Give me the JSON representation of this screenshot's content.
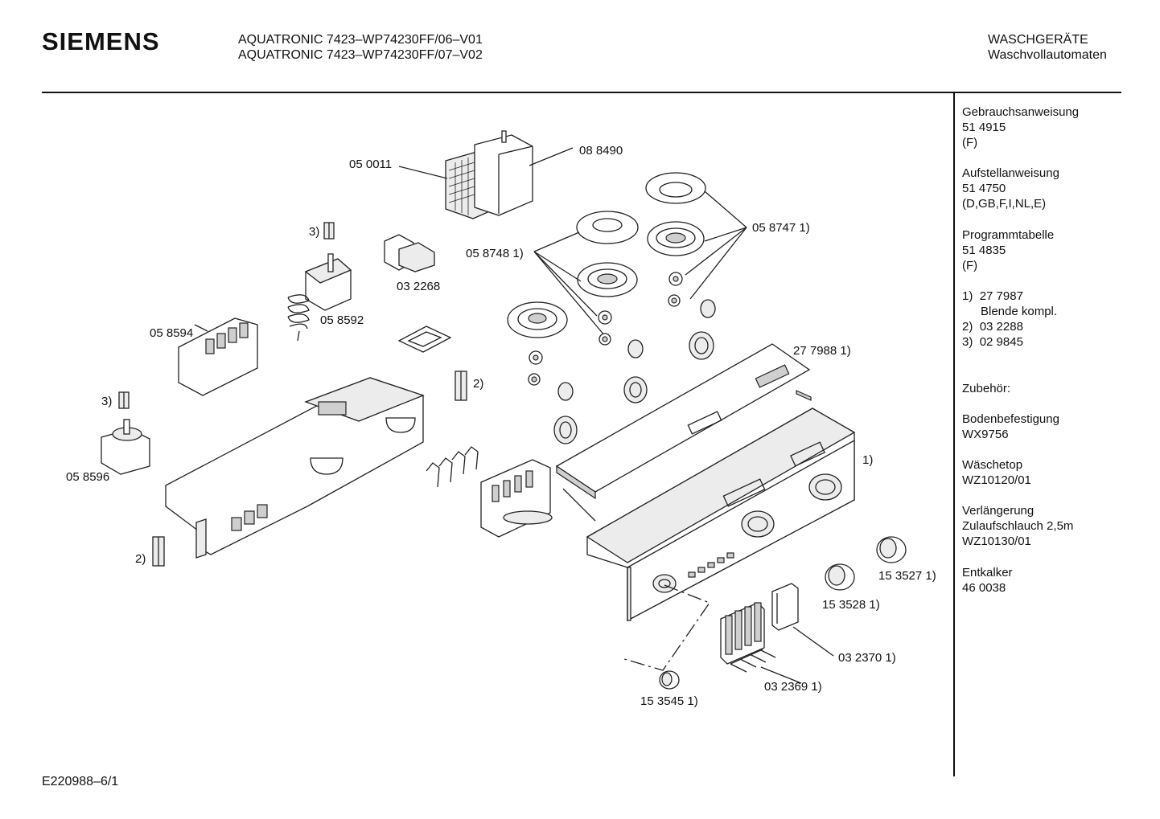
{
  "header": {
    "brand": "SIEMENS",
    "model_lines": [
      "AQUATRONIC 7423–WP74230FF/06–V01",
      "AQUATRONIC 7423–WP74230FF/07–V02"
    ],
    "category": "WASCHGERÄTE",
    "subcategory": "Waschvollautomaten"
  },
  "sidebar": {
    "docs": [
      {
        "title": "Gebrauchsanweisung",
        "number": "51 4915",
        "lang": "(F)"
      },
      {
        "title": "Aufstellanweisung",
        "number": "51 4750",
        "lang": "(D,GB,F,I,NL,E)"
      },
      {
        "title": "Programmtabelle",
        "number": "51 4835",
        "lang": "(F)"
      }
    ],
    "notes": [
      {
        "key": "1)",
        "value": "27 7987",
        "sub": "Blende kompl."
      },
      {
        "key": "2)",
        "value": "03 2288"
      },
      {
        "key": "3)",
        "value": "02 9845"
      }
    ],
    "accessories_heading": "Zubehör:",
    "accessories": [
      {
        "name": "Bodenbefestigung",
        "code": "WX9756"
      },
      {
        "name": "Wäschetop",
        "code": "WZ10120/01"
      },
      {
        "name": "Verlängerung",
        "name2": "Zulaufschlauch 2,5m",
        "code": "WZ10130/01"
      },
      {
        "name": "Entkalker",
        "code": "46 0038"
      }
    ]
  },
  "diagram": {
    "labels": {
      "p050011": "05 0011",
      "p088490": "08 8490",
      "p058747": "05 8747 1)",
      "p058748": "05 8748 1)",
      "n3a": "3)",
      "n3b": "3)",
      "n2a": "2)",
      "n2b": "2)",
      "p032268": "03 2268",
      "p058592": "05 8592",
      "p058594": "05 8594",
      "p058596": "05 8596",
      "p277988": "27 7988 1)",
      "n1": "1)",
      "p153527": "15 3527 1)",
      "p153528": "15 3528 1)",
      "p032370": "03 2370 1)",
      "p032369": "03 2369 1)",
      "p153545": "15 3545 1)"
    }
  },
  "footer": {
    "code": "E220988–6/1"
  }
}
